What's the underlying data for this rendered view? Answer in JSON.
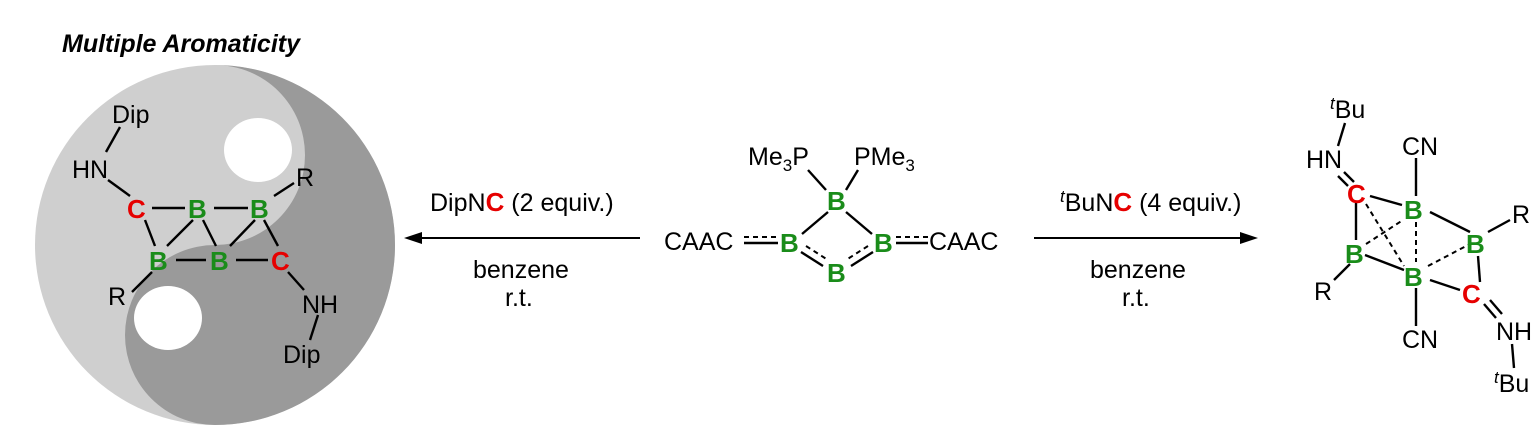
{
  "title": "Multiple Aromaticity",
  "colors": {
    "boron": "#1a8c1a",
    "carbon_highlight": "#e60000",
    "yinyang_dark": "#9a9a9a",
    "yinyang_light": "#cfcfcf"
  },
  "left_product": {
    "labels": {
      "dip_top": "Dip",
      "hn": "HN",
      "r_top": "R",
      "r_bottom": "R",
      "nh": "NH",
      "dip_bottom": "Dip",
      "c1": "C",
      "c2": "C",
      "b1": "B",
      "b2": "B",
      "b3": "B",
      "b4": "B"
    }
  },
  "left_arrow": {
    "reagent_prefix": "DipN",
    "reagent_c": "C",
    "reagent_suffix": " (2 equiv.)",
    "solvent": "benzene",
    "temp": "r.t."
  },
  "center_reactant": {
    "labels": {
      "me3p": "Me3P",
      "pme3": "PMe3",
      "caac_left": "CAAC",
      "caac_right": "CAAC",
      "b_top": "B",
      "b_left": "B",
      "b_right": "B",
      "b_bottom": "B"
    }
  },
  "right_arrow": {
    "reagent_t": "t",
    "reagent_prefix": "BuN",
    "reagent_c": "C",
    "reagent_suffix": " (4 equiv.)",
    "solvent": "benzene",
    "temp": "r.t."
  },
  "right_product": {
    "labels": {
      "tbu_top_t": "t",
      "tbu_top": "Bu",
      "hn": "HN",
      "cn_top": "CN",
      "r_right": "R",
      "r_left": "R",
      "cn_bottom": "CN",
      "nh": "NH",
      "tbu_bottom_t": "t",
      "tbu_bottom": "Bu",
      "c_top": "C",
      "c_bottom": "C",
      "b_top": "B",
      "b_left": "B",
      "b_right": "B",
      "b_bottom": "B"
    }
  }
}
